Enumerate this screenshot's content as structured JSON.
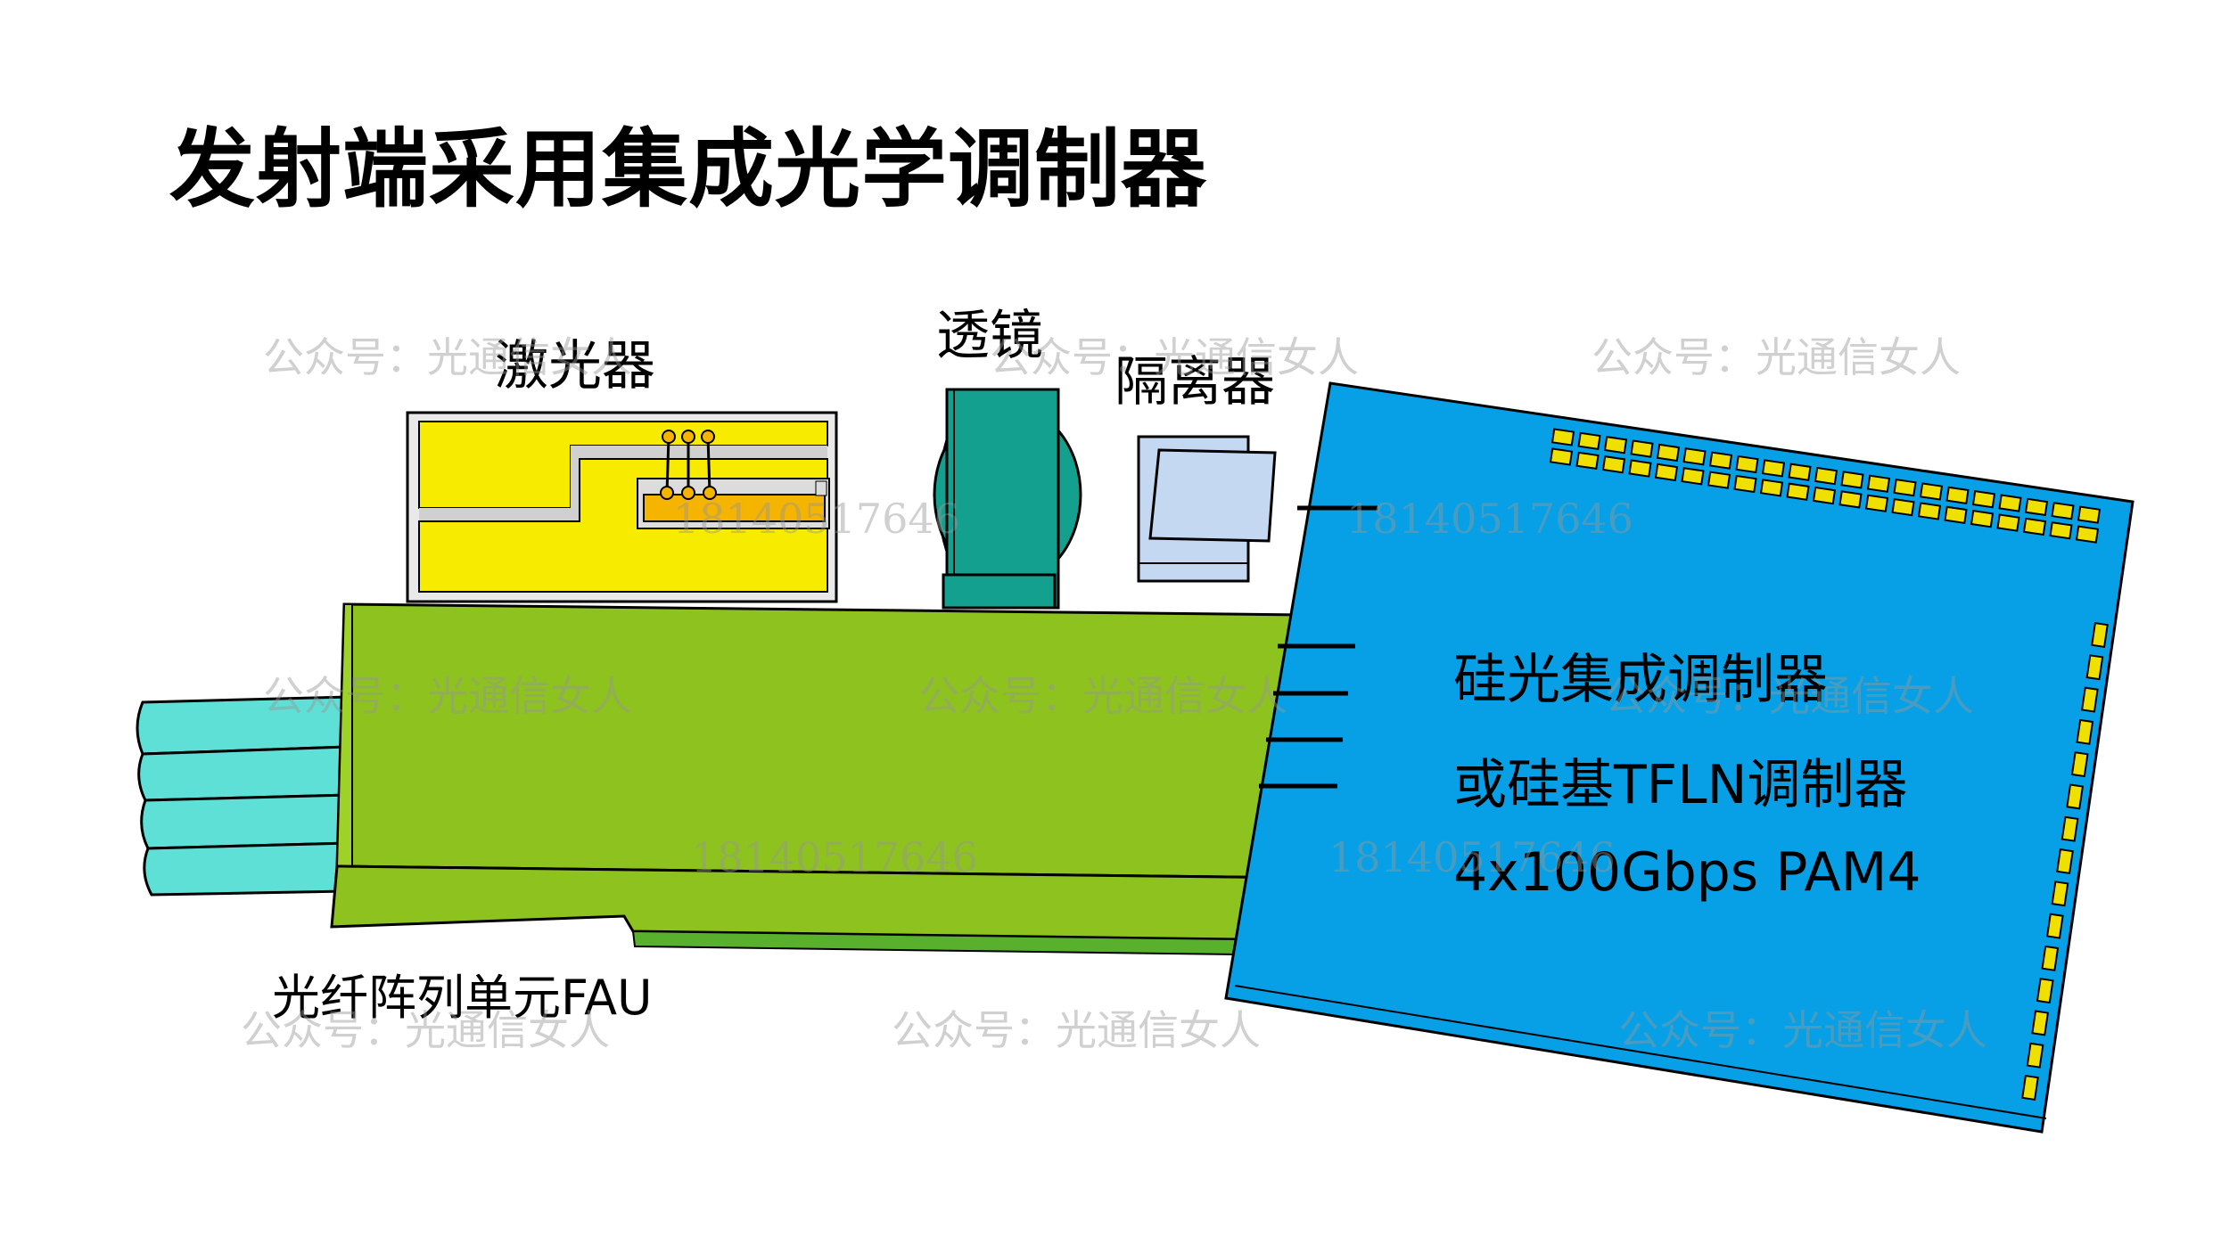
{
  "title": "发射端采用集成光学调制器",
  "labels": {
    "laser": "激光器",
    "lens": "透镜",
    "isolator": "隔离器",
    "fau": "光纤阵列单元FAU"
  },
  "chip": {
    "line1": "硅光集成调制器",
    "line2": "或硅基TFLN调制器",
    "line3": "4x100Gbps PAM4"
  },
  "watermarks": {
    "account": "公众号：光通信女人",
    "phone": "18140517646"
  },
  "colors": {
    "fiber": "#5fe0d6",
    "fau_block": "#8ec21f",
    "laser_body": "#f7ec00",
    "laser_chip": "#f5b400",
    "lens": "#14a08e",
    "isolator": "#c5d8f1",
    "chip": "#07a0e6",
    "pads": "#f0e000"
  }
}
